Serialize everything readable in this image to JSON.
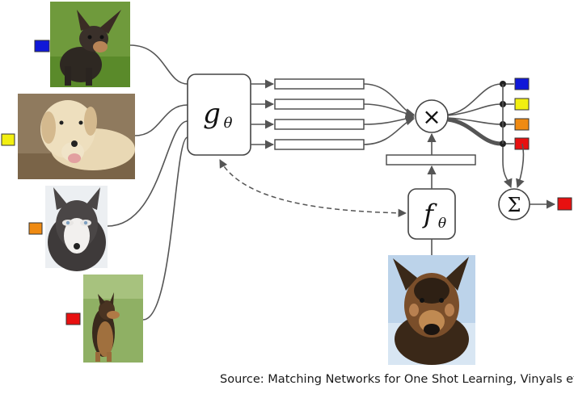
{
  "diagram": {
    "module_g": {
      "label": "g",
      "subscript": "θ"
    },
    "module_f": {
      "label": "f",
      "subscript": "θ"
    },
    "product_symbol": "×",
    "sum_symbol": "Σ",
    "support_set": [
      {
        "name": "chihuahua",
        "label_color": "#1018d8"
      },
      {
        "name": "labrador",
        "label_color": "#f2ef10"
      },
      {
        "name": "husky",
        "label_color": "#ef8a12"
      },
      {
        "name": "german-shepherd",
        "label_color": "#e81010"
      }
    ],
    "output_colors": [
      "#1018d8",
      "#f2ef10",
      "#ef8a12",
      "#e81010"
    ],
    "prediction_color": "#e81010"
  },
  "caption": "Source: Matching Networks for One Shot Learning, Vinyals et.al."
}
